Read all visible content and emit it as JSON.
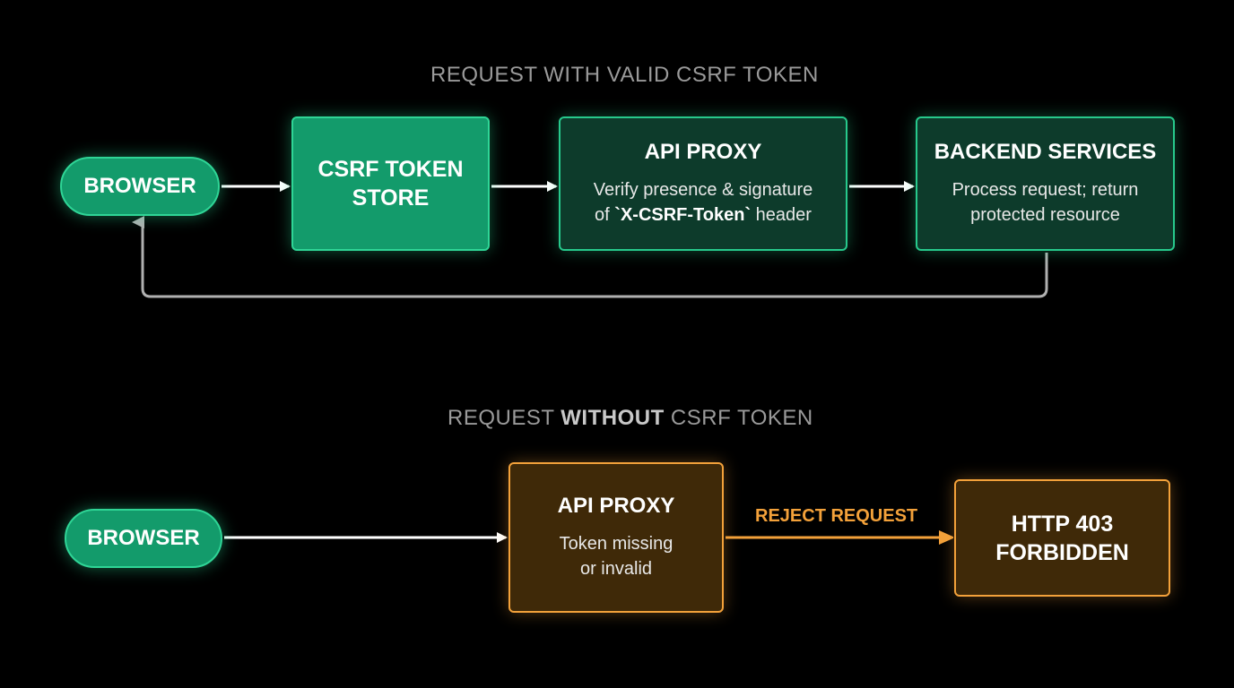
{
  "sections": {
    "valid": {
      "title": "REQUEST WITH VALID CSRF TOKEN"
    },
    "invalid": {
      "title_prefix": "REQUEST ",
      "title_emphasis": "WITHOUT",
      "title_suffix": " CSRF TOKEN"
    }
  },
  "valid_flow": {
    "browser": "BROWSER",
    "csrf_store": {
      "line1": "CSRF TOKEN",
      "line2": "STORE"
    },
    "api_proxy": {
      "title": "API PROXY",
      "body_line1": "Verify presence & signature",
      "body_prefix": "of ",
      "body_code": "`X-CSRF-Token`",
      "body_suffix": " header"
    },
    "backend": {
      "title": "BACKEND SERVICES",
      "body_line1": "Process request; return",
      "body_line2": "protected resource"
    }
  },
  "invalid_flow": {
    "browser": "BROWSER",
    "api_proxy": {
      "title": "API PROXY",
      "body_line1": "Token missing",
      "body_line2": "or invalid"
    },
    "reject_label": "REJECT REQUEST",
    "forbidden": {
      "line1": "HTTP 403",
      "line2": "FORBIDDEN"
    }
  },
  "colors": {
    "background": "#000000",
    "green_accent": "#2fd596",
    "green_fill": "#139b6b",
    "orange_accent": "#f3a13a",
    "arrow": "#ffffff",
    "return_arrow": "#b0b0b0"
  }
}
